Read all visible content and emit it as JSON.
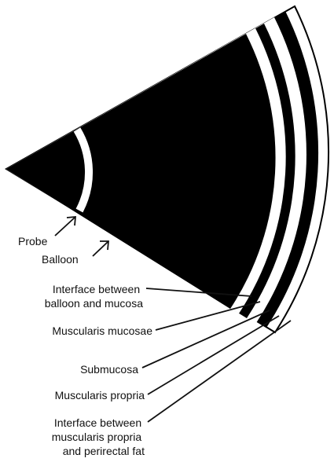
{
  "colors": {
    "ink": "#000000",
    "paper": "#ffffff"
  },
  "labels": {
    "probe": "Probe",
    "balloon": "Balloon",
    "interface_balloon_mucosa": [
      "Interface between",
      "balloon and mucosa"
    ],
    "muscularis_mucosae": "Muscularis mucosae",
    "submucosa": "Submucosa",
    "muscularis_propria": "Muscularis propria",
    "interface_propria_fat": [
      "Interface between",
      "muscularis propria",
      "and perirectal fat"
    ]
  }
}
